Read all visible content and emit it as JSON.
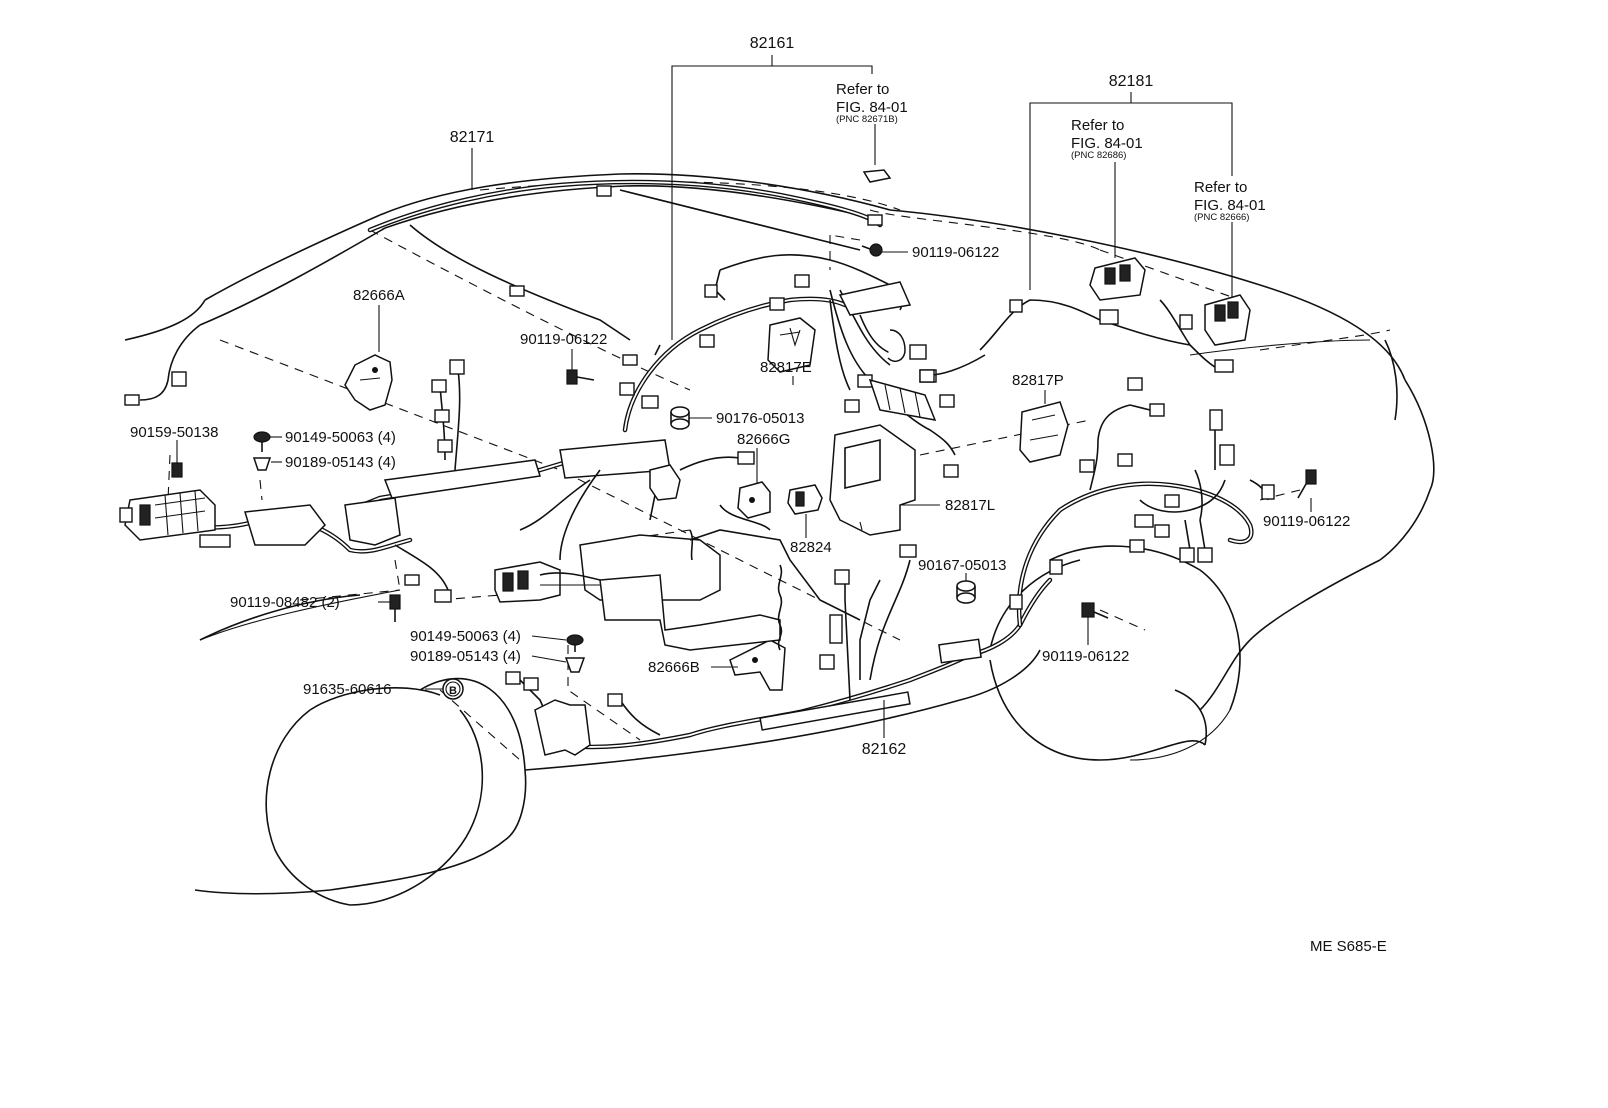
{
  "labels": {
    "p82161": "82161",
    "p82181": "82181",
    "p82171": "82171",
    "p82666A": "82666A",
    "p82817E": "82817E",
    "p82817P": "82817P",
    "p82817L": "82817L",
    "p82666G": "82666G",
    "p82824": "82824",
    "p82666B": "82666B",
    "p82162": "82162",
    "b90119_06122_a": "90119-06122",
    "b90119_06122_b": "90119-06122",
    "b90119_06122_c": "90119-06122",
    "b90119_06122_d": "90119-06122",
    "b90176_05013": "90176-05013",
    "b90159_50138": "90159-50138",
    "b90149_50063_a": "90149-50063 (4)",
    "b90189_05143_a": "90189-05143 (4)",
    "b90167_05013": "90167-05013",
    "b90119_08482": "90119-08482 (2)",
    "b90149_50063_b": "90149-50063 (4)",
    "b90189_05143_b": "90189-05143 (4)",
    "b91635_60616": "91635-60616",
    "circle_b": "B"
  },
  "references": {
    "ref1_line1": "Refer to",
    "ref1_line2": "FIG. 84-01",
    "ref1_line3": "(PNC 82671B)",
    "ref2_line1": "Refer to",
    "ref2_line2": "FIG. 84-01",
    "ref2_line3": "(PNC 82686)",
    "ref3_line1": "Refer to",
    "ref3_line2": "FIG. 84-01",
    "ref3_line3": "(PNC 82666)"
  },
  "footer": {
    "code": "ME S685-E"
  }
}
